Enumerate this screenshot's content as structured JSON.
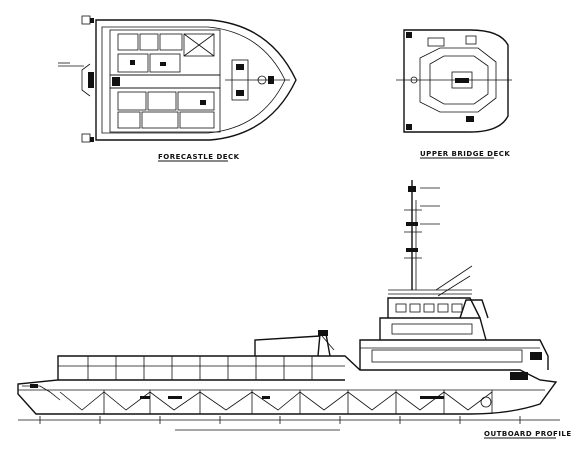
{
  "views": {
    "forecastle": {
      "title": "FORECASTLE DECK"
    },
    "upper_bridge": {
      "title": "UPPER BRIDGE DECK"
    },
    "profile": {
      "title": "OUTBOARD PROFILE"
    }
  },
  "callouts": [
    "",
    "",
    "",
    "",
    ""
  ]
}
